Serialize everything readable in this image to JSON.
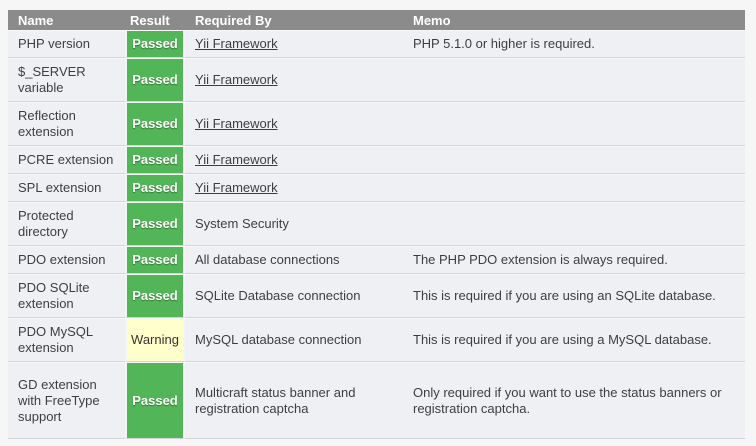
{
  "header": {
    "columns": [
      "Name",
      "Result",
      "Required By",
      "Memo"
    ]
  },
  "rows": [
    {
      "name": "PHP version",
      "result": "Passed",
      "status": "passed",
      "required_by": "Yii Framework",
      "link": true,
      "memo": "PHP 5.1.0 or higher is required."
    },
    {
      "name": "$_SERVER variable",
      "result": "Passed",
      "status": "passed",
      "required_by": "Yii Framework",
      "link": true,
      "memo": ""
    },
    {
      "name": "Reflection extension",
      "result": "Passed",
      "status": "passed",
      "required_by": "Yii Framework",
      "link": true,
      "memo": ""
    },
    {
      "name": "PCRE extension",
      "result": "Passed",
      "status": "passed",
      "required_by": "Yii Framework",
      "link": true,
      "memo": ""
    },
    {
      "name": "SPL extension",
      "result": "Passed",
      "status": "passed",
      "required_by": "Yii Framework",
      "link": true,
      "memo": ""
    },
    {
      "name": "Protected directory",
      "result": "Passed",
      "status": "passed",
      "required_by": "System Security",
      "link": false,
      "memo": ""
    },
    {
      "name": "PDO extension",
      "result": "Passed",
      "status": "passed",
      "required_by": "All database connections",
      "link": false,
      "memo": "The PHP PDO extension is always required."
    },
    {
      "name": "PDO SQLite extension",
      "result": "Passed",
      "status": "passed",
      "required_by": "SQLite Database connection",
      "link": false,
      "memo": "This is required if you are using an SQLite database."
    },
    {
      "name": "PDO MySQL extension",
      "result": "Warning",
      "status": "warning",
      "required_by": "MySQL database connection",
      "link": false,
      "memo": "This is required if you are using a MySQL database."
    },
    {
      "name": "GD extension with FreeType support",
      "result": "Passed",
      "status": "passed",
      "required_by": "Multicraft status banner and registration captcha",
      "link": false,
      "memo": "Only required if you want to use the status banners or registration captcha."
    }
  ],
  "colors": {
    "header_bg": "#8b8b8b",
    "row_bg": "#eef0f4",
    "passed_bg": "#52b557",
    "warning_bg": "#ffffcc"
  }
}
